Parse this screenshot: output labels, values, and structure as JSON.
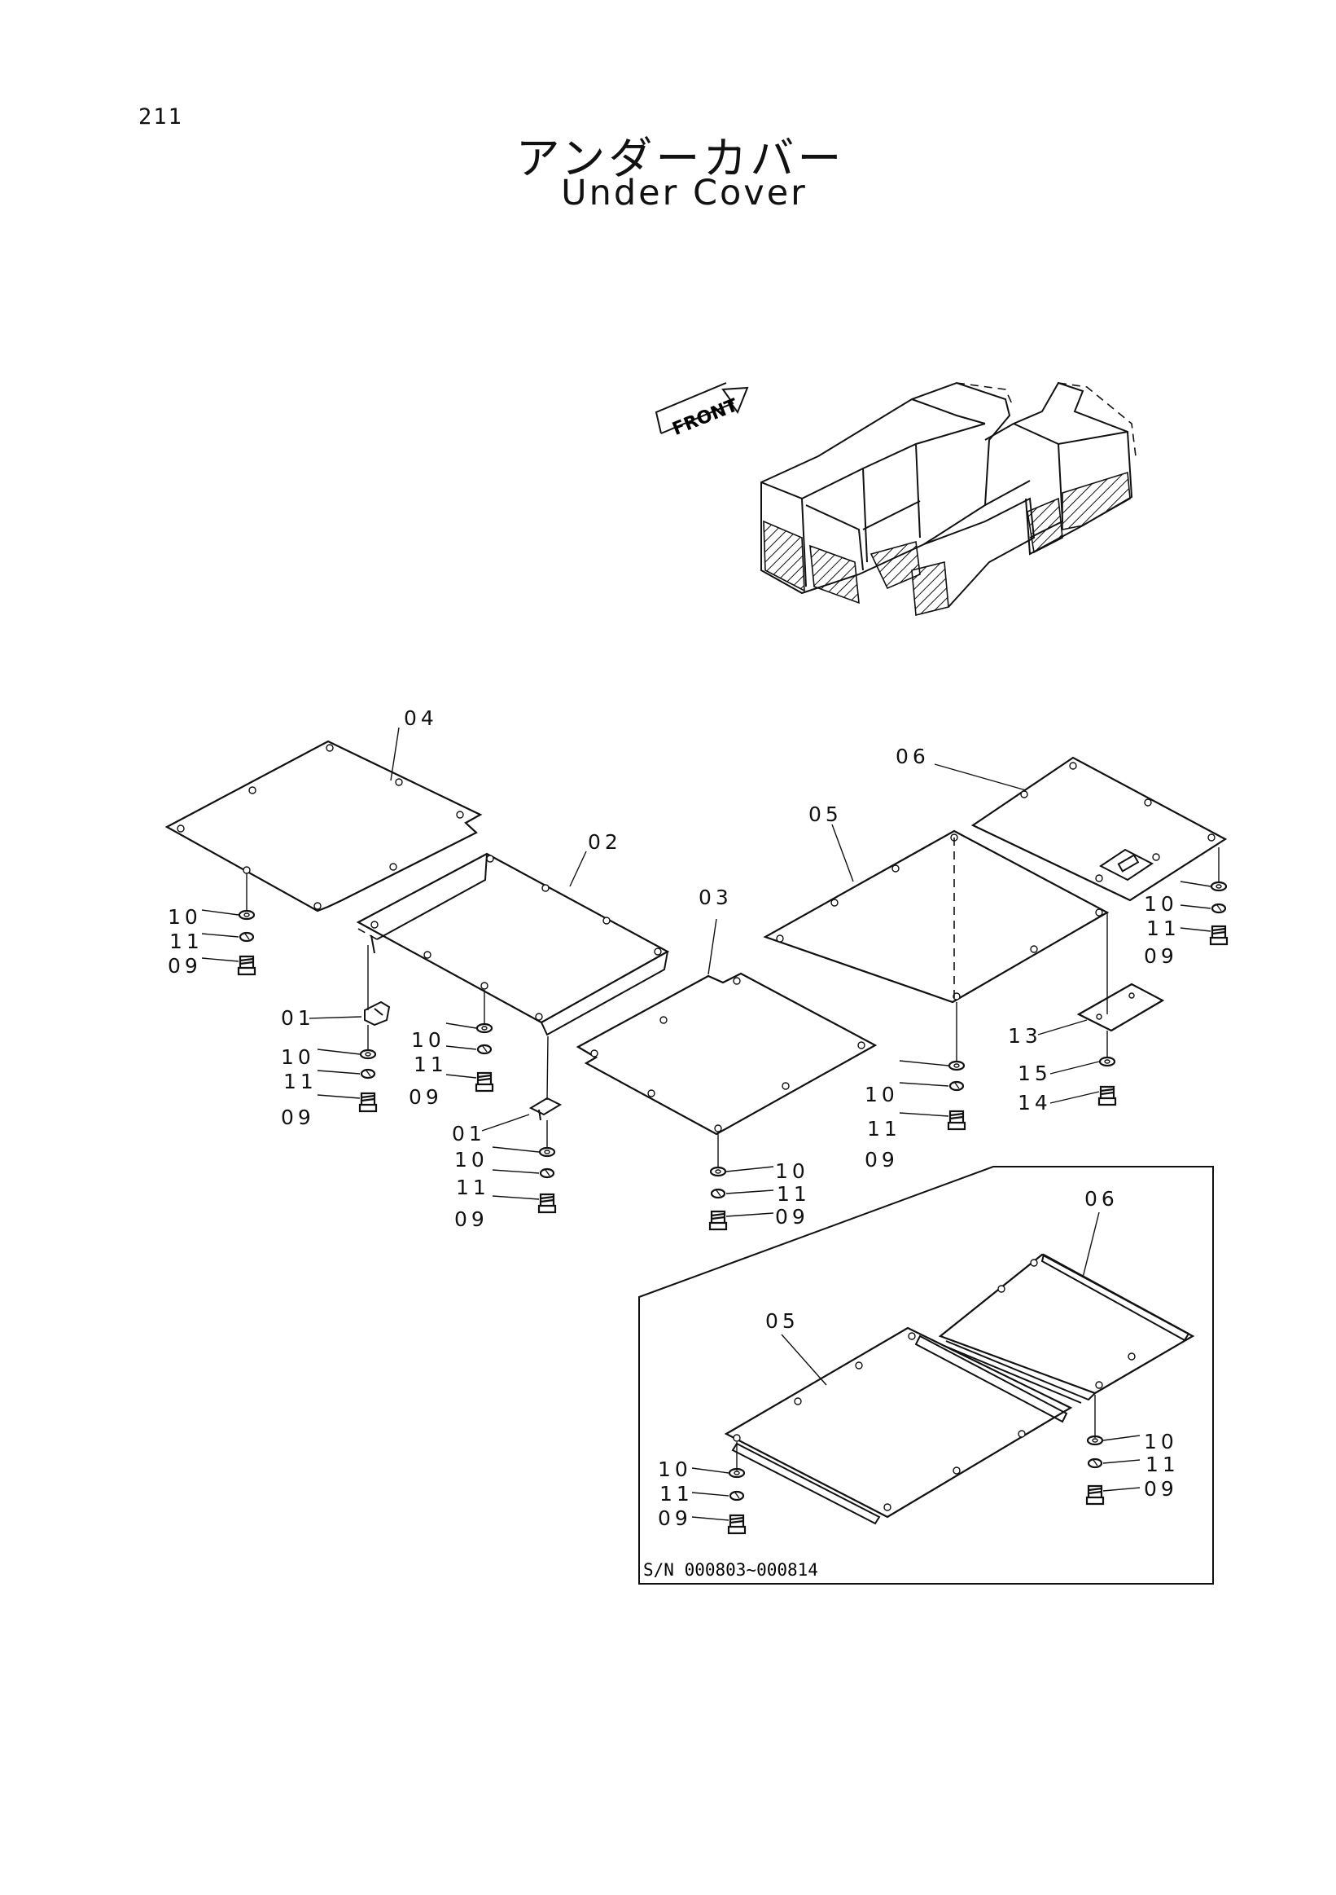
{
  "page_number": "211",
  "title_jp": "アンダーカバー",
  "title_en": "Under Cover",
  "front_label": "FRONT",
  "serial_note": "S/N  000803~000814",
  "part_labels": {
    "p04": "04",
    "p02": "02",
    "p03": "03",
    "p05": "05",
    "p06": "06",
    "p01a": "01",
    "p01b": "01",
    "p13": "13",
    "p14": "14",
    "p15": "15",
    "g1_10": "10",
    "g1_11": "11",
    "g1_09": "09",
    "g2_10": "10",
    "g2_11": "11",
    "g2_09": "09",
    "g3_10": "10",
    "g3_11": "11",
    "g3_09": "09",
    "g4_10": "10",
    "g4_11": "11",
    "g4_09": "09",
    "g5_10": "10",
    "g5_11": "11",
    "g5_09": "09",
    "g6_10": "10",
    "g6_11": "11",
    "g6_09": "09",
    "g7_10": "10",
    "g7_11": "11",
    "g7_09": "09",
    "inset_05": "05",
    "inset_06": "06",
    "g8_10": "10",
    "g8_11": "11",
    "g8_09": "09",
    "g9_10": "10",
    "g9_11": "11",
    "g9_09": "09"
  }
}
